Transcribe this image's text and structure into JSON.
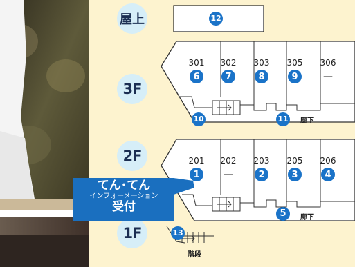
{
  "floors": {
    "rooftop": {
      "label": "屋上",
      "area_number": "12"
    },
    "f3": {
      "label": "3F",
      "rooms": [
        {
          "number": "301",
          "marker": "6"
        },
        {
          "number": "302",
          "marker": "7"
        },
        {
          "number": "303",
          "marker": "8"
        },
        {
          "number": "305",
          "marker": "9"
        },
        {
          "number": "306",
          "marker": "—"
        }
      ],
      "stairs_marker": "10",
      "corridor_marker": "11",
      "corridor_label": "廊下"
    },
    "f2": {
      "label": "2F",
      "rooms": [
        {
          "number": "201",
          "marker": "1"
        },
        {
          "number": "202",
          "marker": "—"
        },
        {
          "number": "203",
          "marker": "2"
        },
        {
          "number": "205",
          "marker": "3"
        },
        {
          "number": "206",
          "marker": "4"
        }
      ],
      "corridor_marker": "5",
      "corridor_label": "廊下"
    },
    "f1": {
      "label": "1F",
      "stairs_marker": "13",
      "stairs_label": "階段"
    }
  },
  "info_desk": {
    "line1": "てん･てん",
    "line2": "インフォーメーション",
    "line3": "受付"
  },
  "colors": {
    "marker_blue": "#1a73c8",
    "panel_bg": "#fdf3cf",
    "badge_bg": "#d6eef8",
    "info_bg": "#1a6fbf"
  }
}
